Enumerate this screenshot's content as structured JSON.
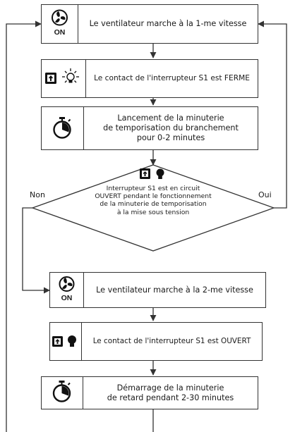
{
  "steps": {
    "step1": "Le ventilateur marche à la 1-me vitesse",
    "step2": "Le contact de l'interrupteur S1 est FERME",
    "step3": [
      "Lancement de la minuterie",
      "de temporisation du branchement",
      "pour  0-2 minutes"
    ],
    "decision": [
      "Interrupteur S1 est en circuit",
      "OUVERT pendant le fonctionnement",
      "de la minuterie de temporisation",
      "à la mise sous tension"
    ],
    "step4": "Le ventilateur marche à la 2-me vitesse",
    "step5": "Le contact de l'interrupteur S1 est OUVERT",
    "step6": [
      "Démarrage de la minuterie",
      "de retard pendant 2-30 minutes"
    ]
  },
  "branches": {
    "no": "Non",
    "yes": "Oui"
  },
  "icons": {
    "on_label": "ON"
  }
}
